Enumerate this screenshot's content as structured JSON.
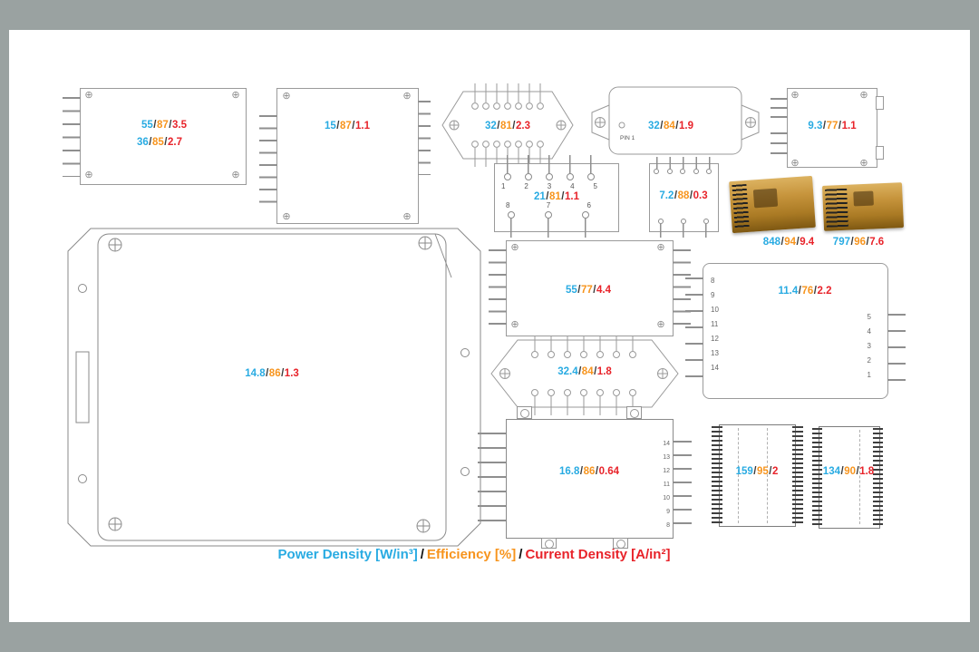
{
  "legend": {
    "power_density": "Power Density [W/in³]",
    "efficiency": "Efficiency [%]",
    "current_density": "Current Density [A/in²]"
  },
  "sep": "/",
  "colors": {
    "power_density": "#29abe2",
    "efficiency": "#f7941d",
    "current_density": "#e8232a"
  },
  "modules": {
    "a": {
      "rows": [
        [
          "55",
          "87",
          "3.5"
        ],
        [
          "36",
          "85",
          "2.7"
        ]
      ]
    },
    "b": {
      "vals": [
        "15",
        "87",
        "1.1"
      ]
    },
    "c": {
      "vals": [
        "32",
        "81",
        "2.3"
      ]
    },
    "d": {
      "vals": [
        "32",
        "84",
        "1.9"
      ],
      "pin_label": "PIN 1"
    },
    "e": {
      "vals": [
        "9.3",
        "77",
        "1.1"
      ]
    },
    "f": {
      "vals": [
        "21",
        "81",
        "1.1"
      ],
      "top_pins": [
        "1",
        "2",
        "3",
        "4",
        "5"
      ],
      "bottom_pins": [
        "8",
        "7",
        "6"
      ]
    },
    "g": {
      "vals": [
        "7.2",
        "88",
        "0.3"
      ]
    },
    "h": {
      "vals": [
        "848",
        "94",
        "9.4"
      ]
    },
    "i": {
      "vals": [
        "797",
        "96",
        "7.6"
      ]
    },
    "j": {
      "vals": [
        "55",
        "77",
        "4.4"
      ]
    },
    "k": {
      "vals": [
        "11.4",
        "76",
        "2.2"
      ],
      "left_pins": [
        "8",
        "9",
        "10",
        "11",
        "12",
        "13",
        "14"
      ],
      "right_pins": [
        "5",
        "4",
        "3",
        "2",
        "1"
      ]
    },
    "l": {
      "vals": [
        "32.4",
        "84",
        "1.8"
      ]
    },
    "m": {
      "vals": [
        "14.8",
        "86",
        "1.3"
      ]
    },
    "n": {
      "vals": [
        "16.8",
        "86",
        "0.64"
      ],
      "right_pins": [
        "14",
        "13",
        "12",
        "11",
        "10",
        "9",
        "8"
      ]
    },
    "o": {
      "vals": [
        "159",
        "95",
        "2"
      ]
    },
    "p": {
      "vals": [
        "134",
        "90",
        "1.8"
      ]
    }
  }
}
